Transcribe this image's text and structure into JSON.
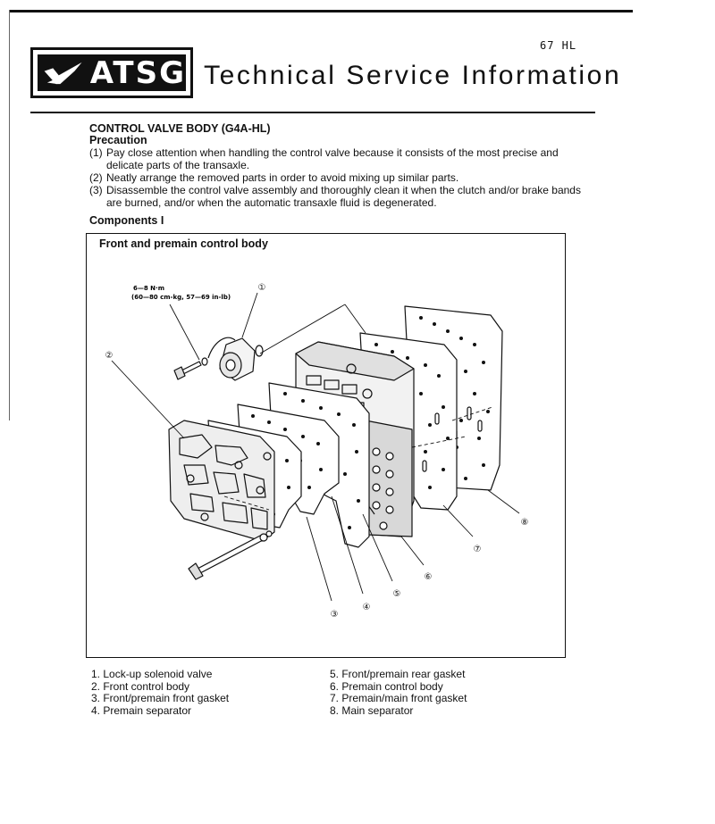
{
  "page_number": "67 HL",
  "header": {
    "logo_text": "ATSG",
    "title": "Technical Service Information"
  },
  "section_title": "CONTROL VALVE BODY (G4A-HL)",
  "precaution": {
    "heading": "Precaution",
    "items": [
      {
        "num": "(1)",
        "text": "Pay close attention when handling the control valve because it consists of the most precise and delicate parts of the transaxle."
      },
      {
        "num": "(2)",
        "text": "Neatly arrange the removed parts in order to avoid mixing up similar parts."
      },
      {
        "num": "(3)",
        "text": "Disassemble the control valve assembly and thoroughly clean it when the clutch and/or brake bands are burned, and/or when the automatic transaxle fluid is degenerated."
      }
    ]
  },
  "components": {
    "heading": "Components I",
    "figure_title": "Front and premain control body",
    "torque_spec_line1": "6—8 N·m",
    "torque_spec_line2": "(60—80 cm-kg, 57—69 in-lb)",
    "callouts": [
      "①",
      "②",
      "③",
      "④",
      "⑤",
      "⑥",
      "⑦",
      "⑧"
    ]
  },
  "legend_left": [
    "1. Lock-up solenoid valve",
    "2. Front control body",
    "3. Front/premain front gasket",
    "4. Premain separator"
  ],
  "legend_right": [
    "5. Front/premain rear gasket",
    "6. Premain control body",
    "7. Premain/main front gasket",
    "8. Main separator"
  ]
}
